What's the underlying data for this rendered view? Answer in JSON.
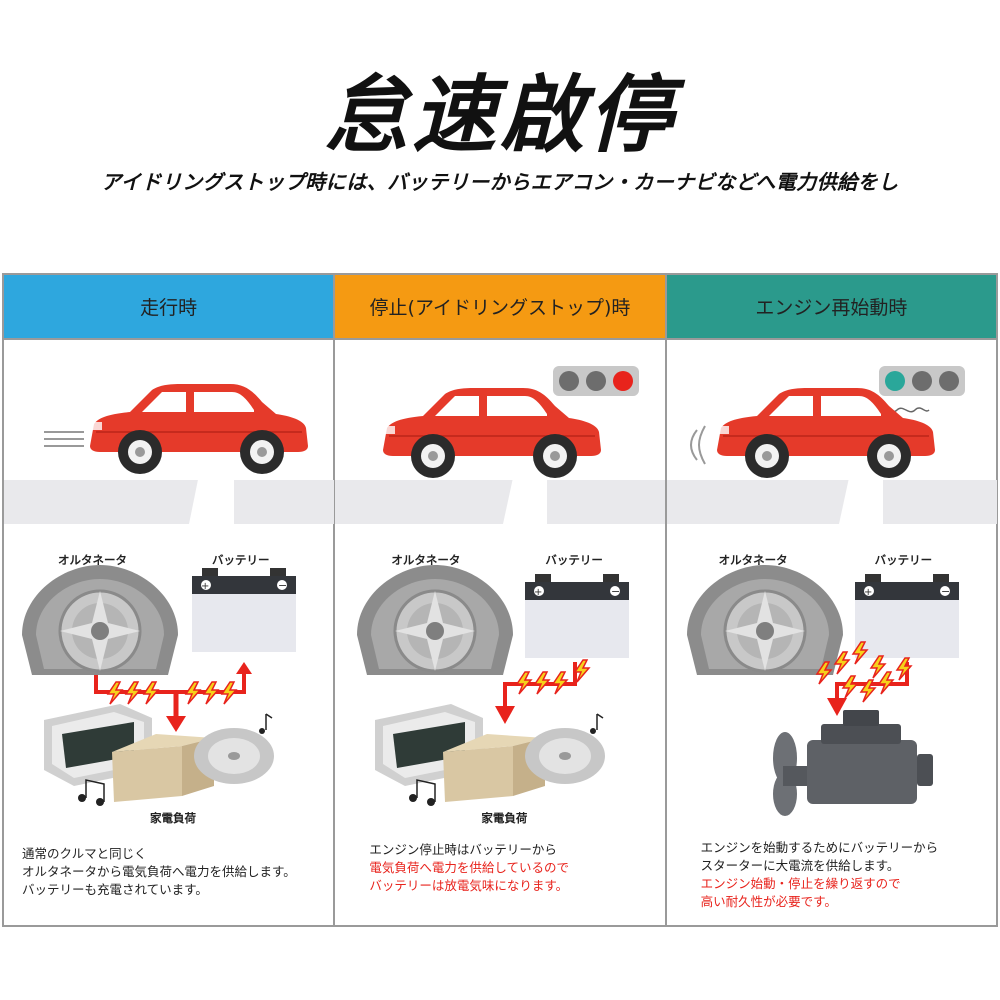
{
  "title": "怠速啟停",
  "subtitle": "アイドリングストップ時には、バッテリーからエアコン・カーナビなどへ電力供給をし",
  "colors": {
    "header_blue": "#2ea7de",
    "header_orange": "#f59a12",
    "header_teal": "#2b9a8c",
    "car_red": "#e53a2a",
    "bolt_red": "#e8231c",
    "bolt_yellow": "#f6d21a",
    "light_red": "#e8231c",
    "light_teal": "#2aa79a",
    "road_gray": "#e9e9ec"
  },
  "panels": [
    {
      "header": "走行時",
      "label_alternator": "オルタネータ",
      "label_battery": "バッテリー",
      "label_load": "家電負荷",
      "desc": [
        "通常のクルマと同じく",
        "オルタネータから電気負荷へ電力を供給します。",
        "バッテリーも充電されています。"
      ],
      "desc_red": []
    },
    {
      "header": "停止(アイドリングストップ)時",
      "label_alternator": "オルタネータ",
      "label_battery": "バッテリー",
      "label_load": "家電負荷",
      "traffic_light": "red",
      "desc": [
        "エンジン停止時はバッテリーから"
      ],
      "desc_red": [
        "電気負荷へ電力を供給しているので",
        "バッテリーは放電気味になります。"
      ]
    },
    {
      "header": "エンジン再始動時",
      "label_alternator": "オルタネータ",
      "label_battery": "バッテリー",
      "traffic_light": "green",
      "desc": [
        "エンジンを始動するためにバッテリーから",
        "スターターに大電流を供給します。"
      ],
      "desc_red": [
        "エンジン始動・停止を繰り返すので",
        "高い耐久性が必要です。"
      ]
    }
  ]
}
